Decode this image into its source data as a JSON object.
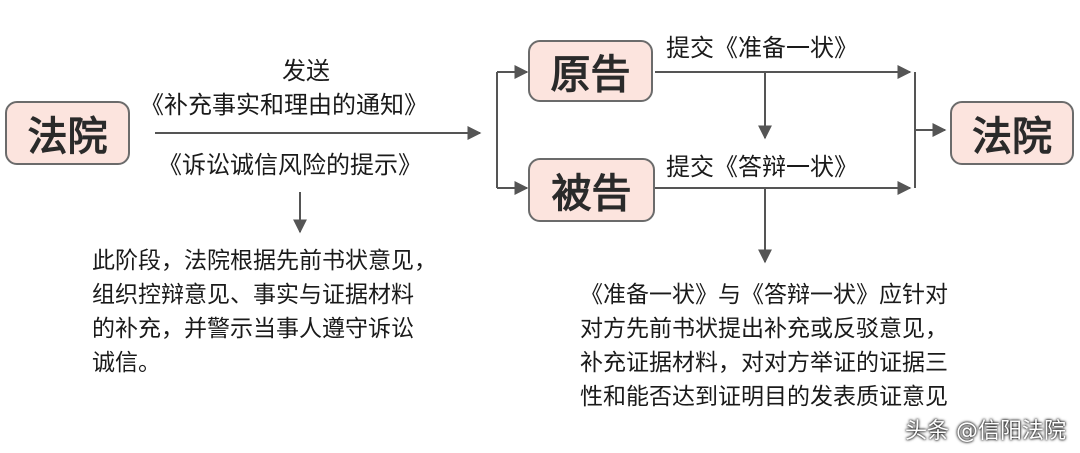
{
  "nodes": {
    "court_left": "法院",
    "plaintiff": "原告",
    "defendant": "被告",
    "court_right": "法院"
  },
  "edges": {
    "send_top": "发送",
    "notice1": "《补充事实和理由的通知》",
    "notice2": "《诉讼诚信风险的提示》",
    "plaintiff_submit": "提交《准备一状》",
    "defendant_submit": "提交《答辩一状》"
  },
  "notes": {
    "left_lines": [
      "此阶段，法院根据先前书状意见，",
      "组织控辩意见、事实与证据材料",
      "的补充，并警示当事人遵守诉讼",
      "诚信。"
    ],
    "right_lines": [
      "《准备一状》与《答辩一状》应针对",
      "对方先前书状提出补充或反驳意见，",
      "补充证据材料，对对方举证的证据三",
      "性和能否达到证明目的发表质证意见"
    ]
  },
  "watermark": "头条 @信阳法院",
  "colors": {
    "box_fill": "#fce4de",
    "box_border": "#6b6b6b",
    "line": "#555555"
  }
}
